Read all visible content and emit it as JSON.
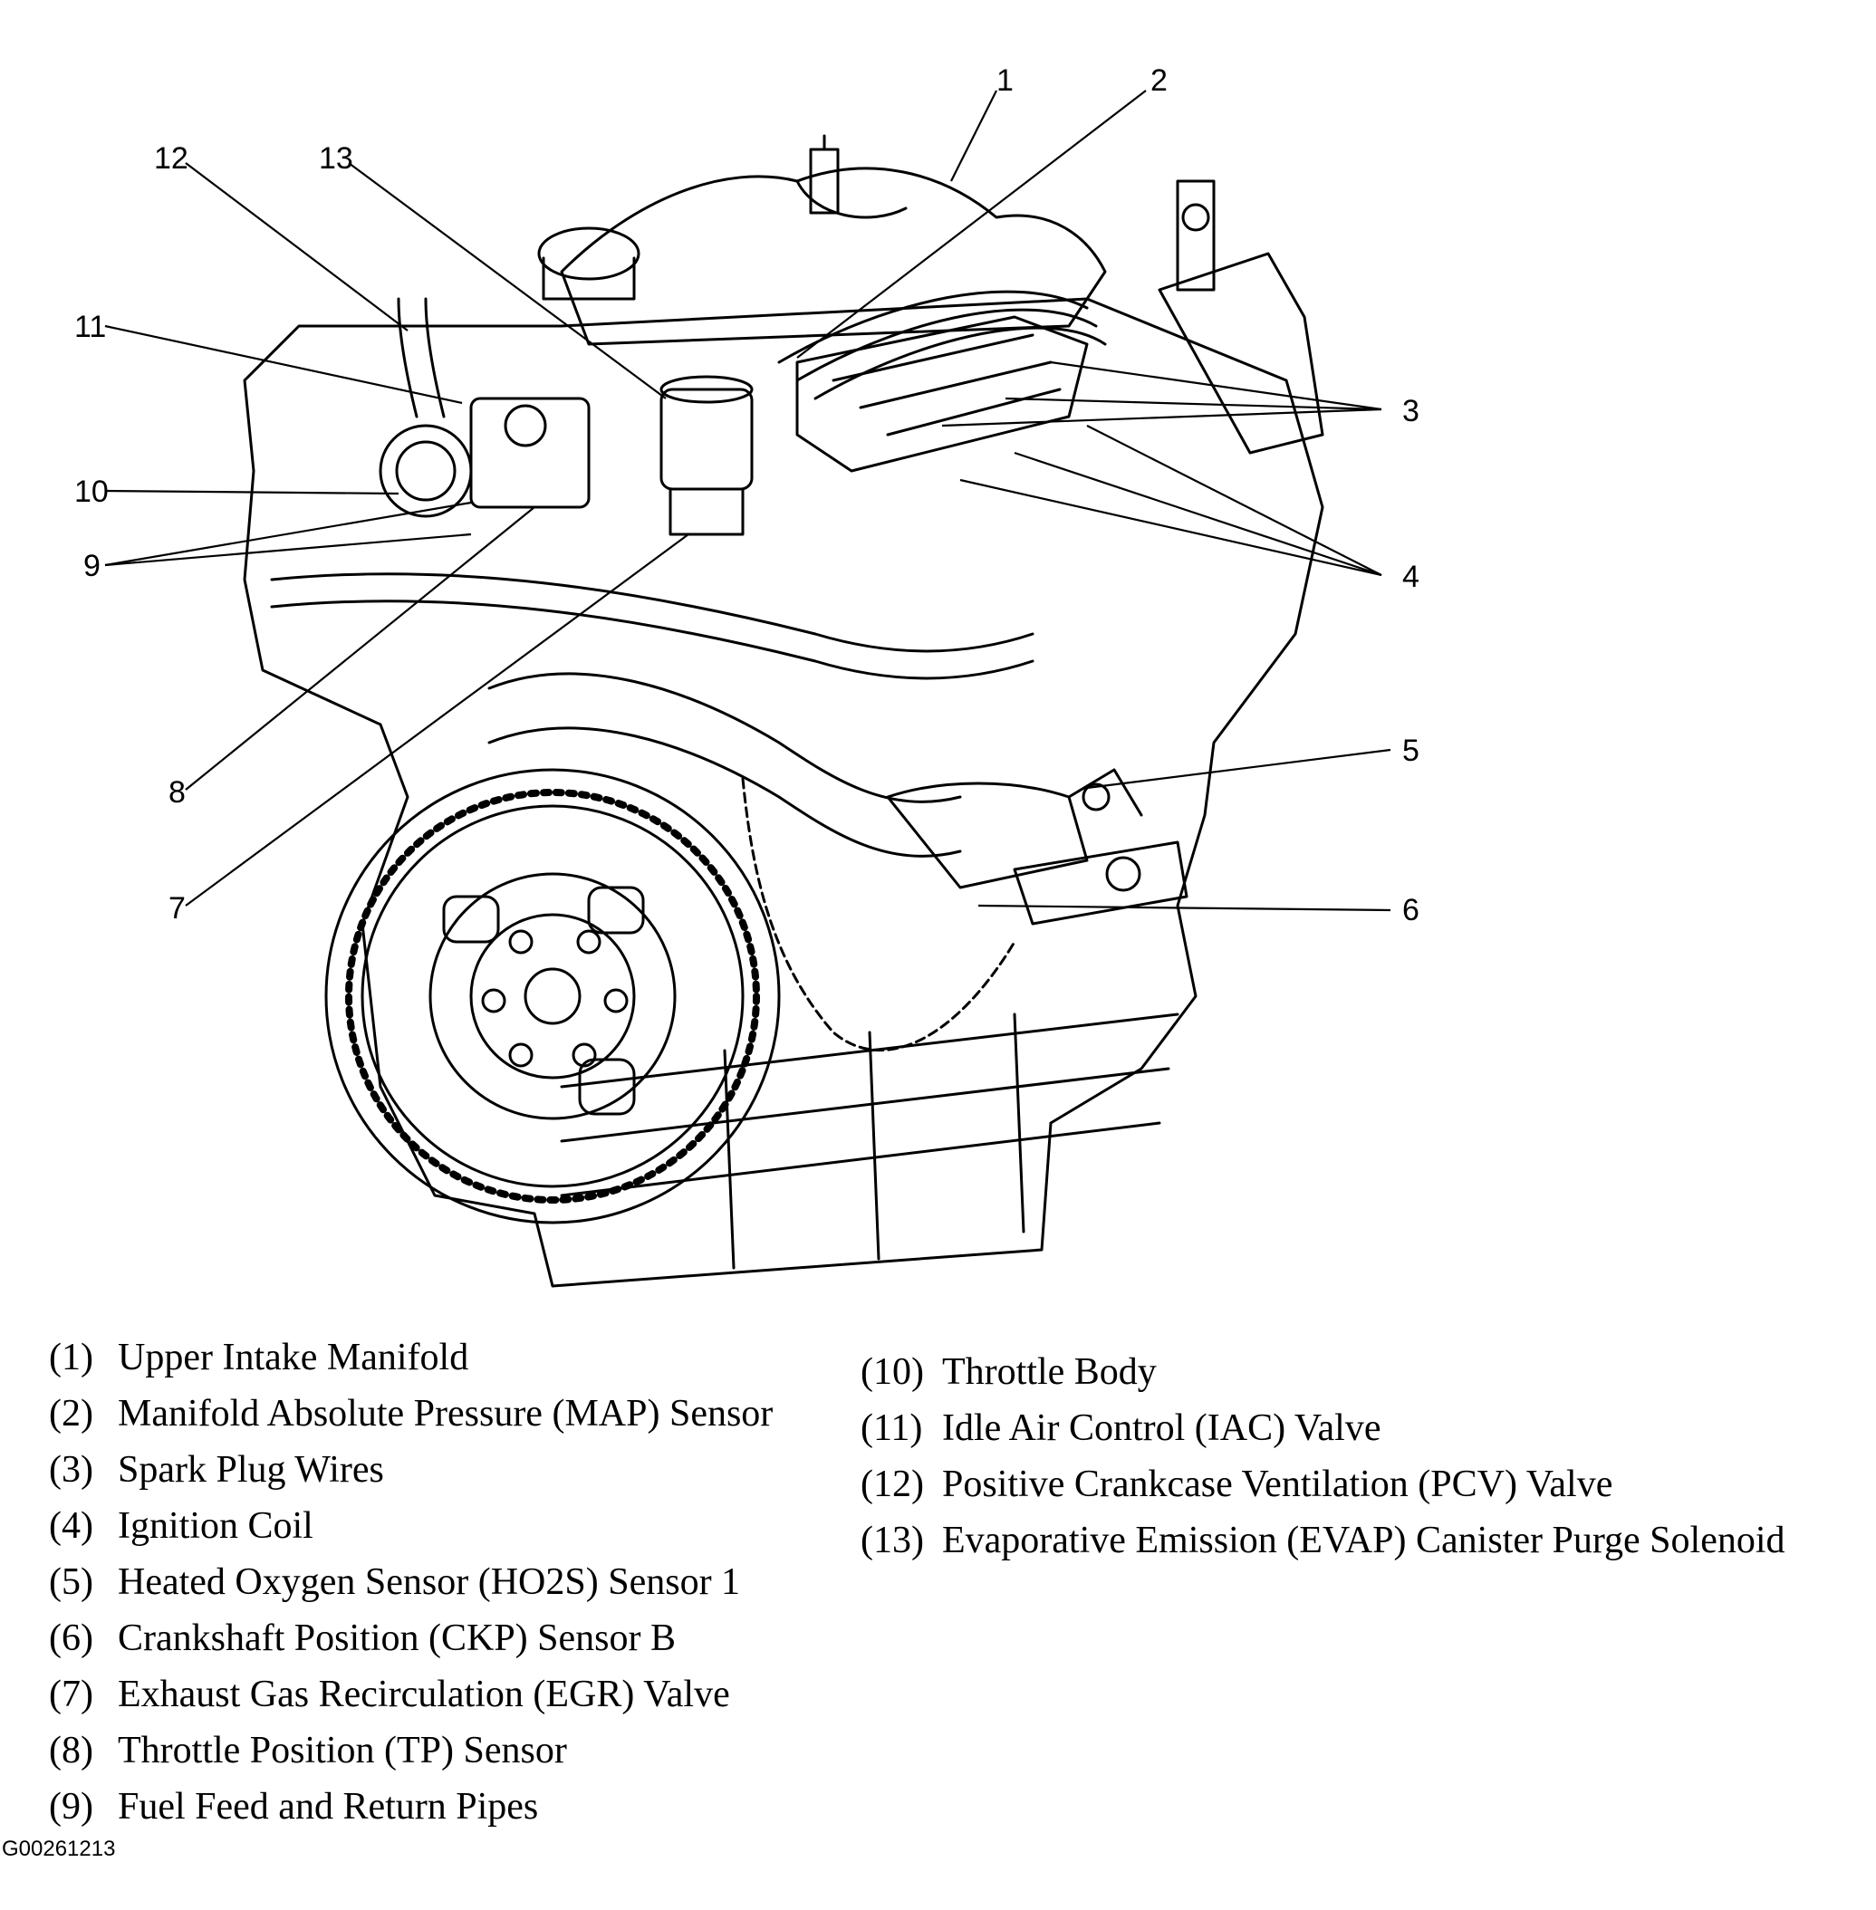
{
  "callouts": {
    "c1": "1",
    "c2": "2",
    "c3": "3",
    "c4": "4",
    "c5": "5",
    "c6": "6",
    "c7": "7",
    "c8": "8",
    "c9": "9",
    "c10": "10",
    "c11": "11",
    "c12": "12",
    "c13": "13"
  },
  "legend_left": [
    {
      "num": "(1)",
      "label": "Upper Intake Manifold"
    },
    {
      "num": "(2)",
      "label": "Manifold Absolute Pressure (MAP) Sensor"
    },
    {
      "num": "(3)",
      "label": "Spark Plug Wires"
    },
    {
      "num": "(4)",
      "label": "Ignition Coil"
    },
    {
      "num": "(5)",
      "label": "Heated Oxygen Sensor (HO2S) Sensor 1"
    },
    {
      "num": "(6)",
      "label": "Crankshaft Position (CKP) Sensor B"
    },
    {
      "num": "(7)",
      "label": "Exhaust Gas Recirculation (EGR) Valve"
    },
    {
      "num": "(8)",
      "label": "Throttle Position (TP) Sensor"
    },
    {
      "num": "(9)",
      "label": "Fuel Feed and Return Pipes"
    }
  ],
  "legend_right": [
    {
      "num": "(10)",
      "label": "Throttle Body"
    },
    {
      "num": "(11)",
      "label": "Idle Air Control (IAC) Valve"
    },
    {
      "num": "(12)",
      "label": "Positive Crankcase Ventilation (PCV) Valve"
    },
    {
      "num": "(13)",
      "label": "Evaporative Emission (EVAP) Canister Purge Solenoid"
    }
  ],
  "figure_id": "G00261213"
}
